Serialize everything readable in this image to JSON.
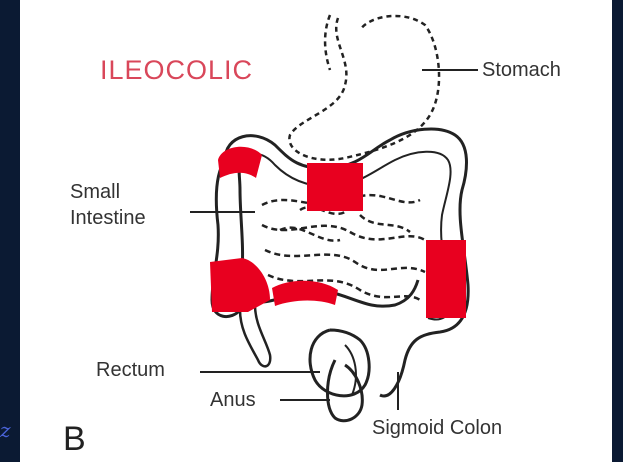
{
  "diagram": {
    "title": "ILEOCOLIC",
    "panel_letter": "B",
    "stray_text": "z",
    "labels": {
      "stomach": "Stomach",
      "small_intestine_line1": "Small",
      "small_intestine_line2": "Intestine",
      "rectum": "Rectum",
      "anus": "Anus",
      "sigmoid_colon": "Sigmoid Colon"
    },
    "colors": {
      "background": "#0b1a33",
      "panel": "#ffffff",
      "highlight": "#e8001f",
      "title": "#d9475a",
      "outline": "#222222",
      "label_text": "#333333"
    }
  }
}
